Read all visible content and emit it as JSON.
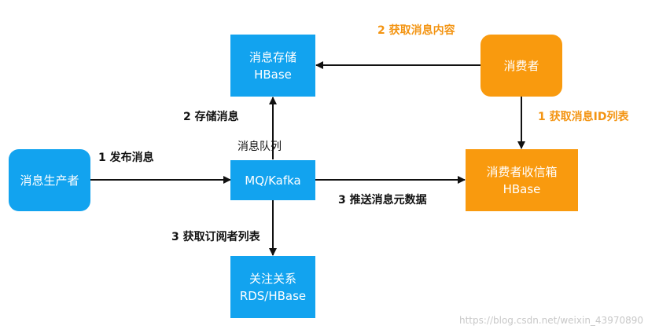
{
  "nodes": {
    "storage": {
      "line1": "消息存储",
      "line2": "HBase"
    },
    "consumer": {
      "line1": "消费者"
    },
    "producer": {
      "line1": "消息生产者"
    },
    "mq": {
      "line1": "MQ/Kafka"
    },
    "inbox": {
      "line1": "消费者收信箱",
      "line2": "HBase"
    },
    "follow": {
      "line1": "关注关系",
      "line2": "RDS/HBase"
    }
  },
  "labels": {
    "get_content": "2 获取消息内容",
    "get_id_list": "1 获取消息ID列表",
    "store_msg": "2 存储消息",
    "queue": "消息队列",
    "publish": "1 发布消息",
    "push_meta": "3 推送消息元数据",
    "get_subscribers": "3 获取订阅者列表"
  },
  "watermark": "https://blog.csdn.net/weixin_43970890",
  "colors": {
    "blue": "#12a3ef",
    "orange": "#f99a0e",
    "orange_text": "#f39412"
  }
}
